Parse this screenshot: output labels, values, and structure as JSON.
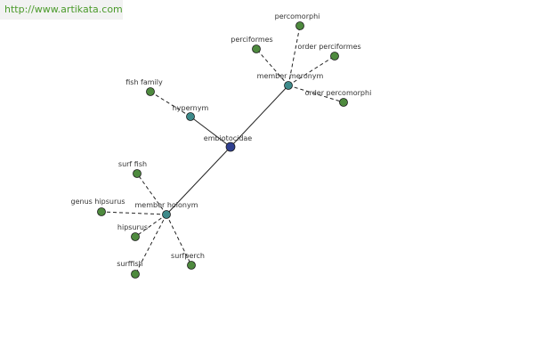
{
  "site": {
    "url": "http://www.artikata.com"
  },
  "colors": {
    "center": "#2f3f8f",
    "relation": "#3d8a8a",
    "leaf": "#4e8a3e",
    "edge": "#222222",
    "url_text": "#4a9a2a"
  },
  "graph": {
    "center": {
      "id": "embiotocidae",
      "label": "embiotocidae"
    },
    "relations": [
      {
        "id": "hypernym",
        "label": "hypernym",
        "terms": [
          "fish family"
        ]
      },
      {
        "id": "member-meronym",
        "label": "member meronym",
        "terms": [
          "percomorphi",
          "perciformes",
          "order perciformes",
          "order percomorphi"
        ]
      },
      {
        "id": "member-holonym",
        "label": "member holonym",
        "terms": [
          "surf fish",
          "genus hipsurus",
          "hipsurus",
          "surffish",
          "surfperch"
        ]
      }
    ]
  }
}
